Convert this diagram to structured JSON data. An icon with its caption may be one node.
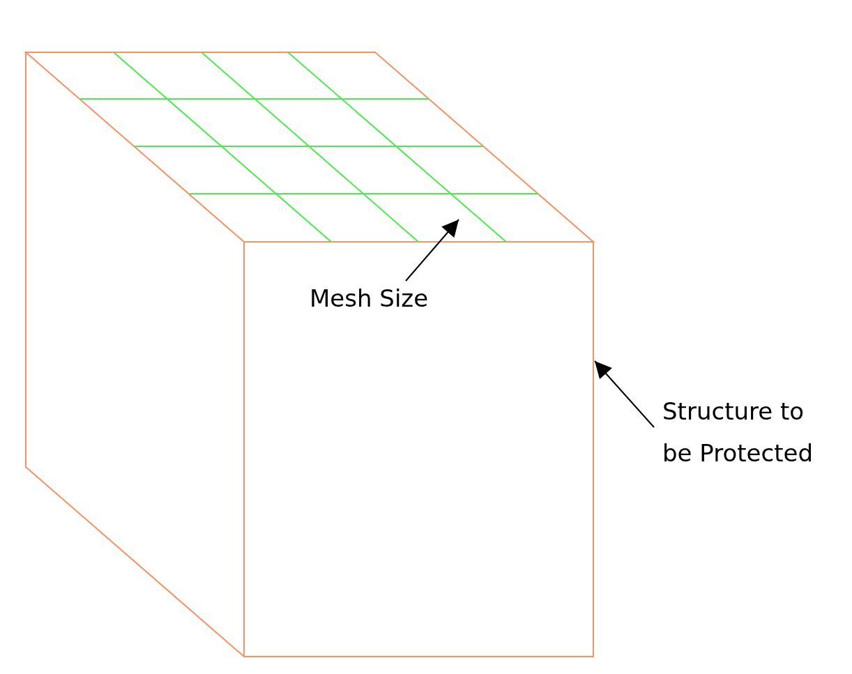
{
  "diagram": {
    "nodes": [
      {
        "text": [],
        "shape": "picture"
      },
      {
        "text": [],
        "shape": "picture",
        "in": 0
      },
      {
        "text": [
          "Mesh Size"
        ],
        "in": 0
      },
      {
        "text": [
          "Structure to be Protected"
        ]
      }
    ],
    "edges": [
      {
        "from": 2,
        "to": 1,
        "arrow": "to"
      },
      {
        "from": 3,
        "to": 0,
        "arrow": "to"
      }
    ]
  }
}
